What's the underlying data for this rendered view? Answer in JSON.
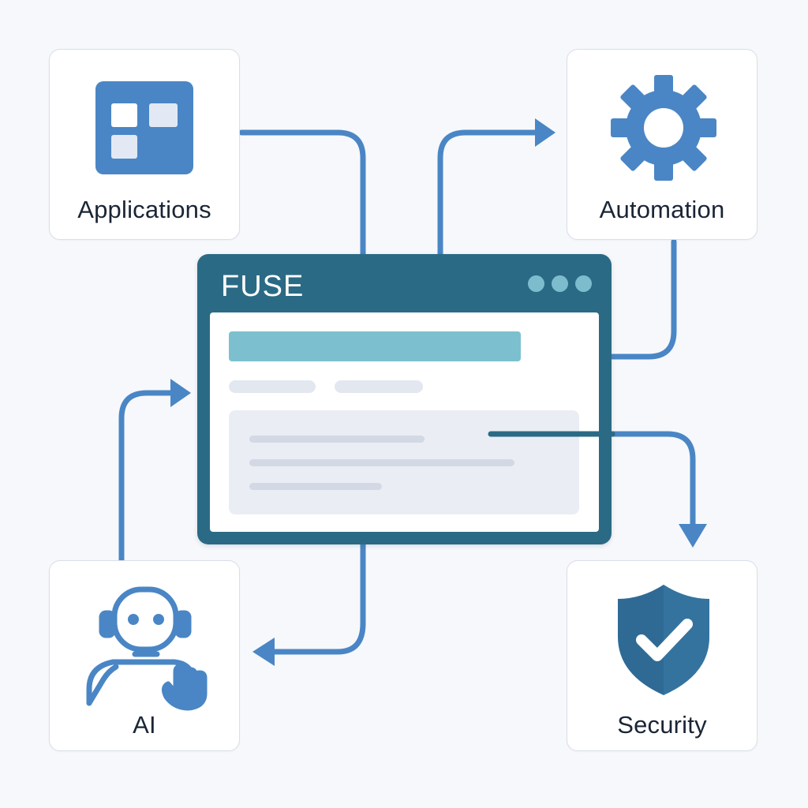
{
  "cards": {
    "applications": {
      "label": "Applications",
      "icon": "grid-apps-icon"
    },
    "automation": {
      "label": "Automation",
      "icon": "gear-icon"
    },
    "ai": {
      "label": "AI",
      "icon": "robot-icon"
    },
    "security": {
      "label": "Security",
      "icon": "shield-check-icon"
    }
  },
  "window": {
    "title": "FUSE",
    "dots_count": 3
  },
  "colors": {
    "connector": "#4a86c5",
    "window_frame": "#2b6a85",
    "window_dot": "#7cbccd",
    "highlight_bar": "#7cc0cf",
    "placeholder_bar": "#e3e7ef",
    "panel_bg": "#eaedf4",
    "icon_primary": "#4a86c5",
    "shield_dark": "#2f6a95"
  }
}
